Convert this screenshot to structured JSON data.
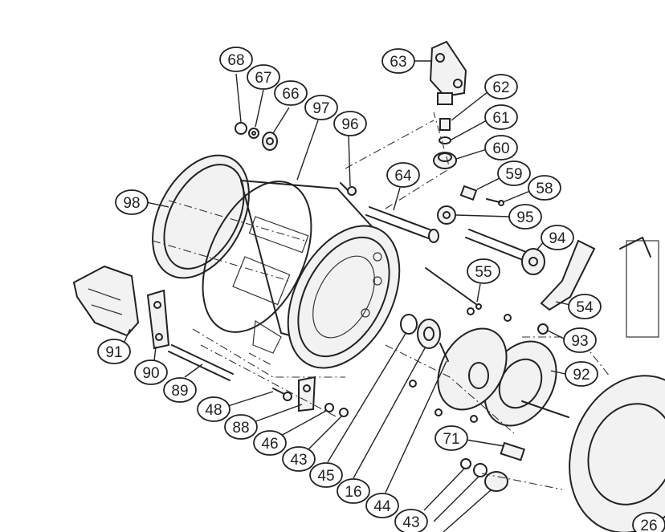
{
  "callouts": [
    {
      "id": "68",
      "text": "68"
    },
    {
      "id": "67",
      "text": "67"
    },
    {
      "id": "66",
      "text": "66"
    },
    {
      "id": "97",
      "text": "97"
    },
    {
      "id": "96",
      "text": "96"
    },
    {
      "id": "63",
      "text": "63"
    },
    {
      "id": "62",
      "text": "62"
    },
    {
      "id": "61",
      "text": "61"
    },
    {
      "id": "60",
      "text": "60"
    },
    {
      "id": "64",
      "text": "64"
    },
    {
      "id": "59",
      "text": "59"
    },
    {
      "id": "58",
      "text": "58"
    },
    {
      "id": "95",
      "text": "95"
    },
    {
      "id": "94",
      "text": "94"
    },
    {
      "id": "98",
      "text": "98"
    },
    {
      "id": "55",
      "text": "55"
    },
    {
      "id": "54",
      "text": "54"
    },
    {
      "id": "93",
      "text": "93"
    },
    {
      "id": "92",
      "text": "92"
    },
    {
      "id": "91",
      "text": "91"
    },
    {
      "id": "90",
      "text": "90"
    },
    {
      "id": "89",
      "text": "89"
    },
    {
      "id": "48",
      "text": "48"
    },
    {
      "id": "88",
      "text": "88"
    },
    {
      "id": "46",
      "text": "46"
    },
    {
      "id": "43a",
      "text": "43"
    },
    {
      "id": "45",
      "text": "45"
    },
    {
      "id": "16",
      "text": "16"
    },
    {
      "id": "44",
      "text": "44"
    },
    {
      "id": "71",
      "text": "71"
    },
    {
      "id": "43b",
      "text": "43"
    },
    {
      "id": "26",
      "text": "26"
    }
  ]
}
